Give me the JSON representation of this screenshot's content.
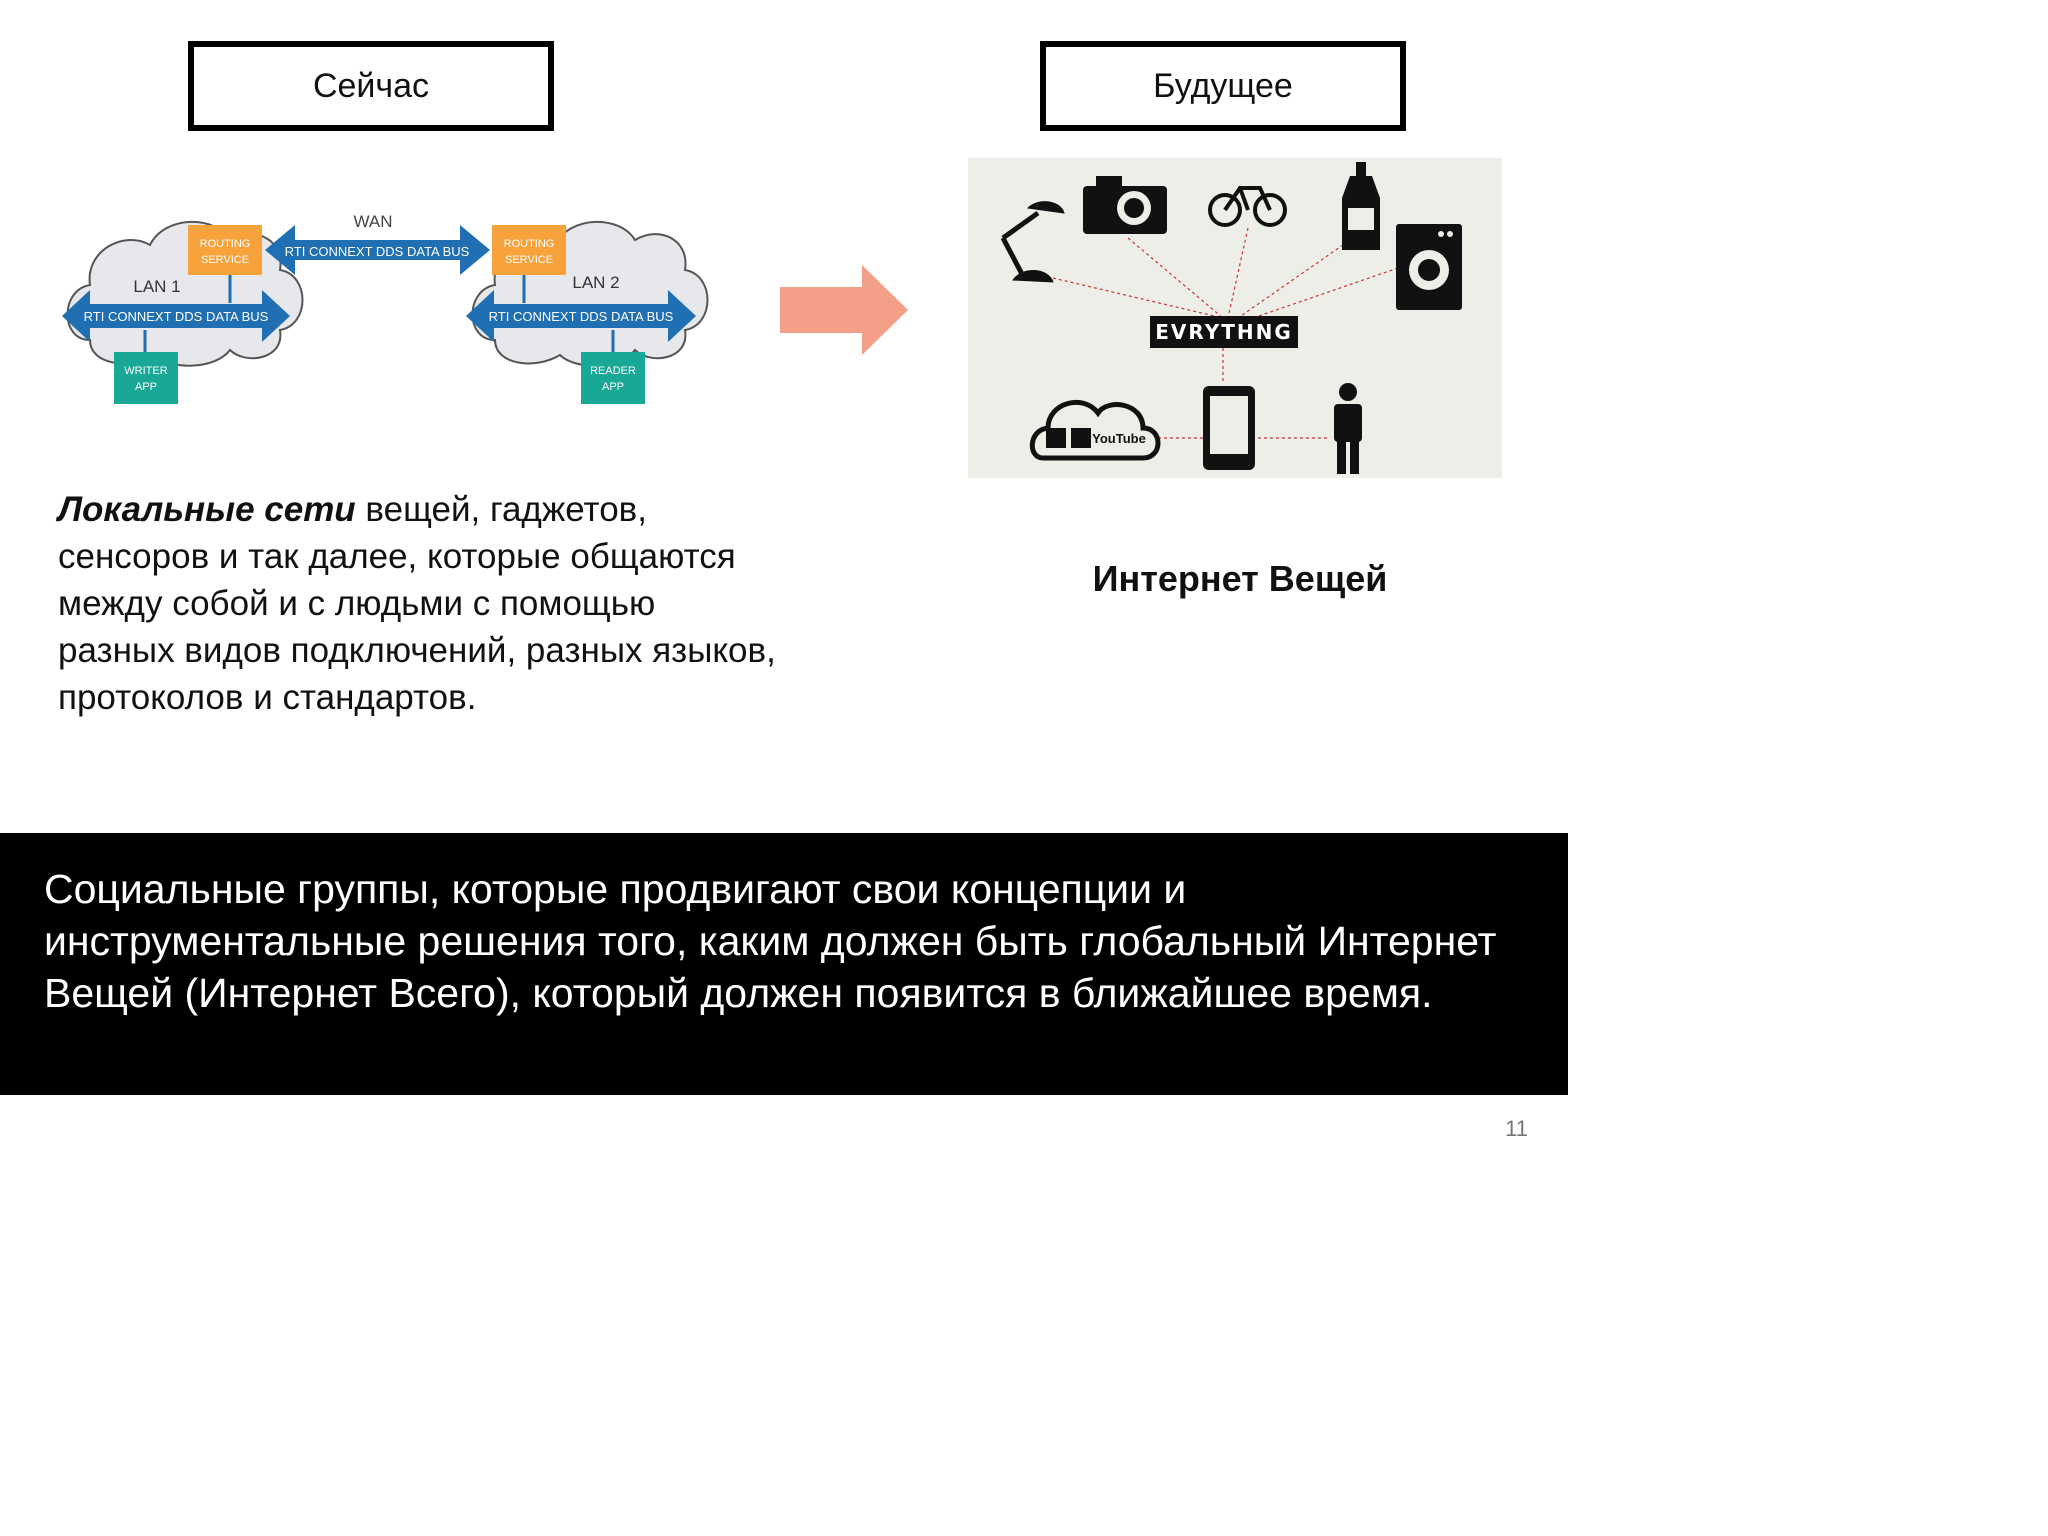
{
  "slide": {
    "now_label": "Сейчас",
    "future_label": "Будущее",
    "network": {
      "wan": "WAN",
      "wan_bus": "RTI CONNEXT DDS DATA BUS",
      "routing_1": "ROUTING SERVICE",
      "routing_2": "ROUTING SERVICE",
      "lan1": "LAN 1",
      "lan2": "LAN 2",
      "lan1_bus": "RTI CONNEXT DDS DATA BUS",
      "lan2_bus": "RTI CONNEXT DDS DATA BUS",
      "writer": "WRITER APP",
      "reader": "READER APP"
    },
    "iot_hub_label": "EVRYTHNG",
    "iot_cloud_label": "YouTube",
    "description_bold": "Локальные сети",
    "description_rest": " вещей, гаджетов, сенсоров и так далее, которые общаются между собой  и с людьми с помощью разных видов подключений, разных языков, протоколов и стандартов.",
    "iot_title": "Интернет Вещей",
    "banner_text": "Социальные группы, которые продвигают свои концепции и инструментальные решения того, каким должен быть глобальный Интернет Вещей (Интернет Всего), который должен появится в ближайшее время.",
    "page_number": "11"
  },
  "colors": {
    "orange": "#f7a23b",
    "teal": "#1aa896",
    "blue": "#1f6fb2",
    "arrow": "#f4a089",
    "iot_bg": "#eeeee8"
  }
}
